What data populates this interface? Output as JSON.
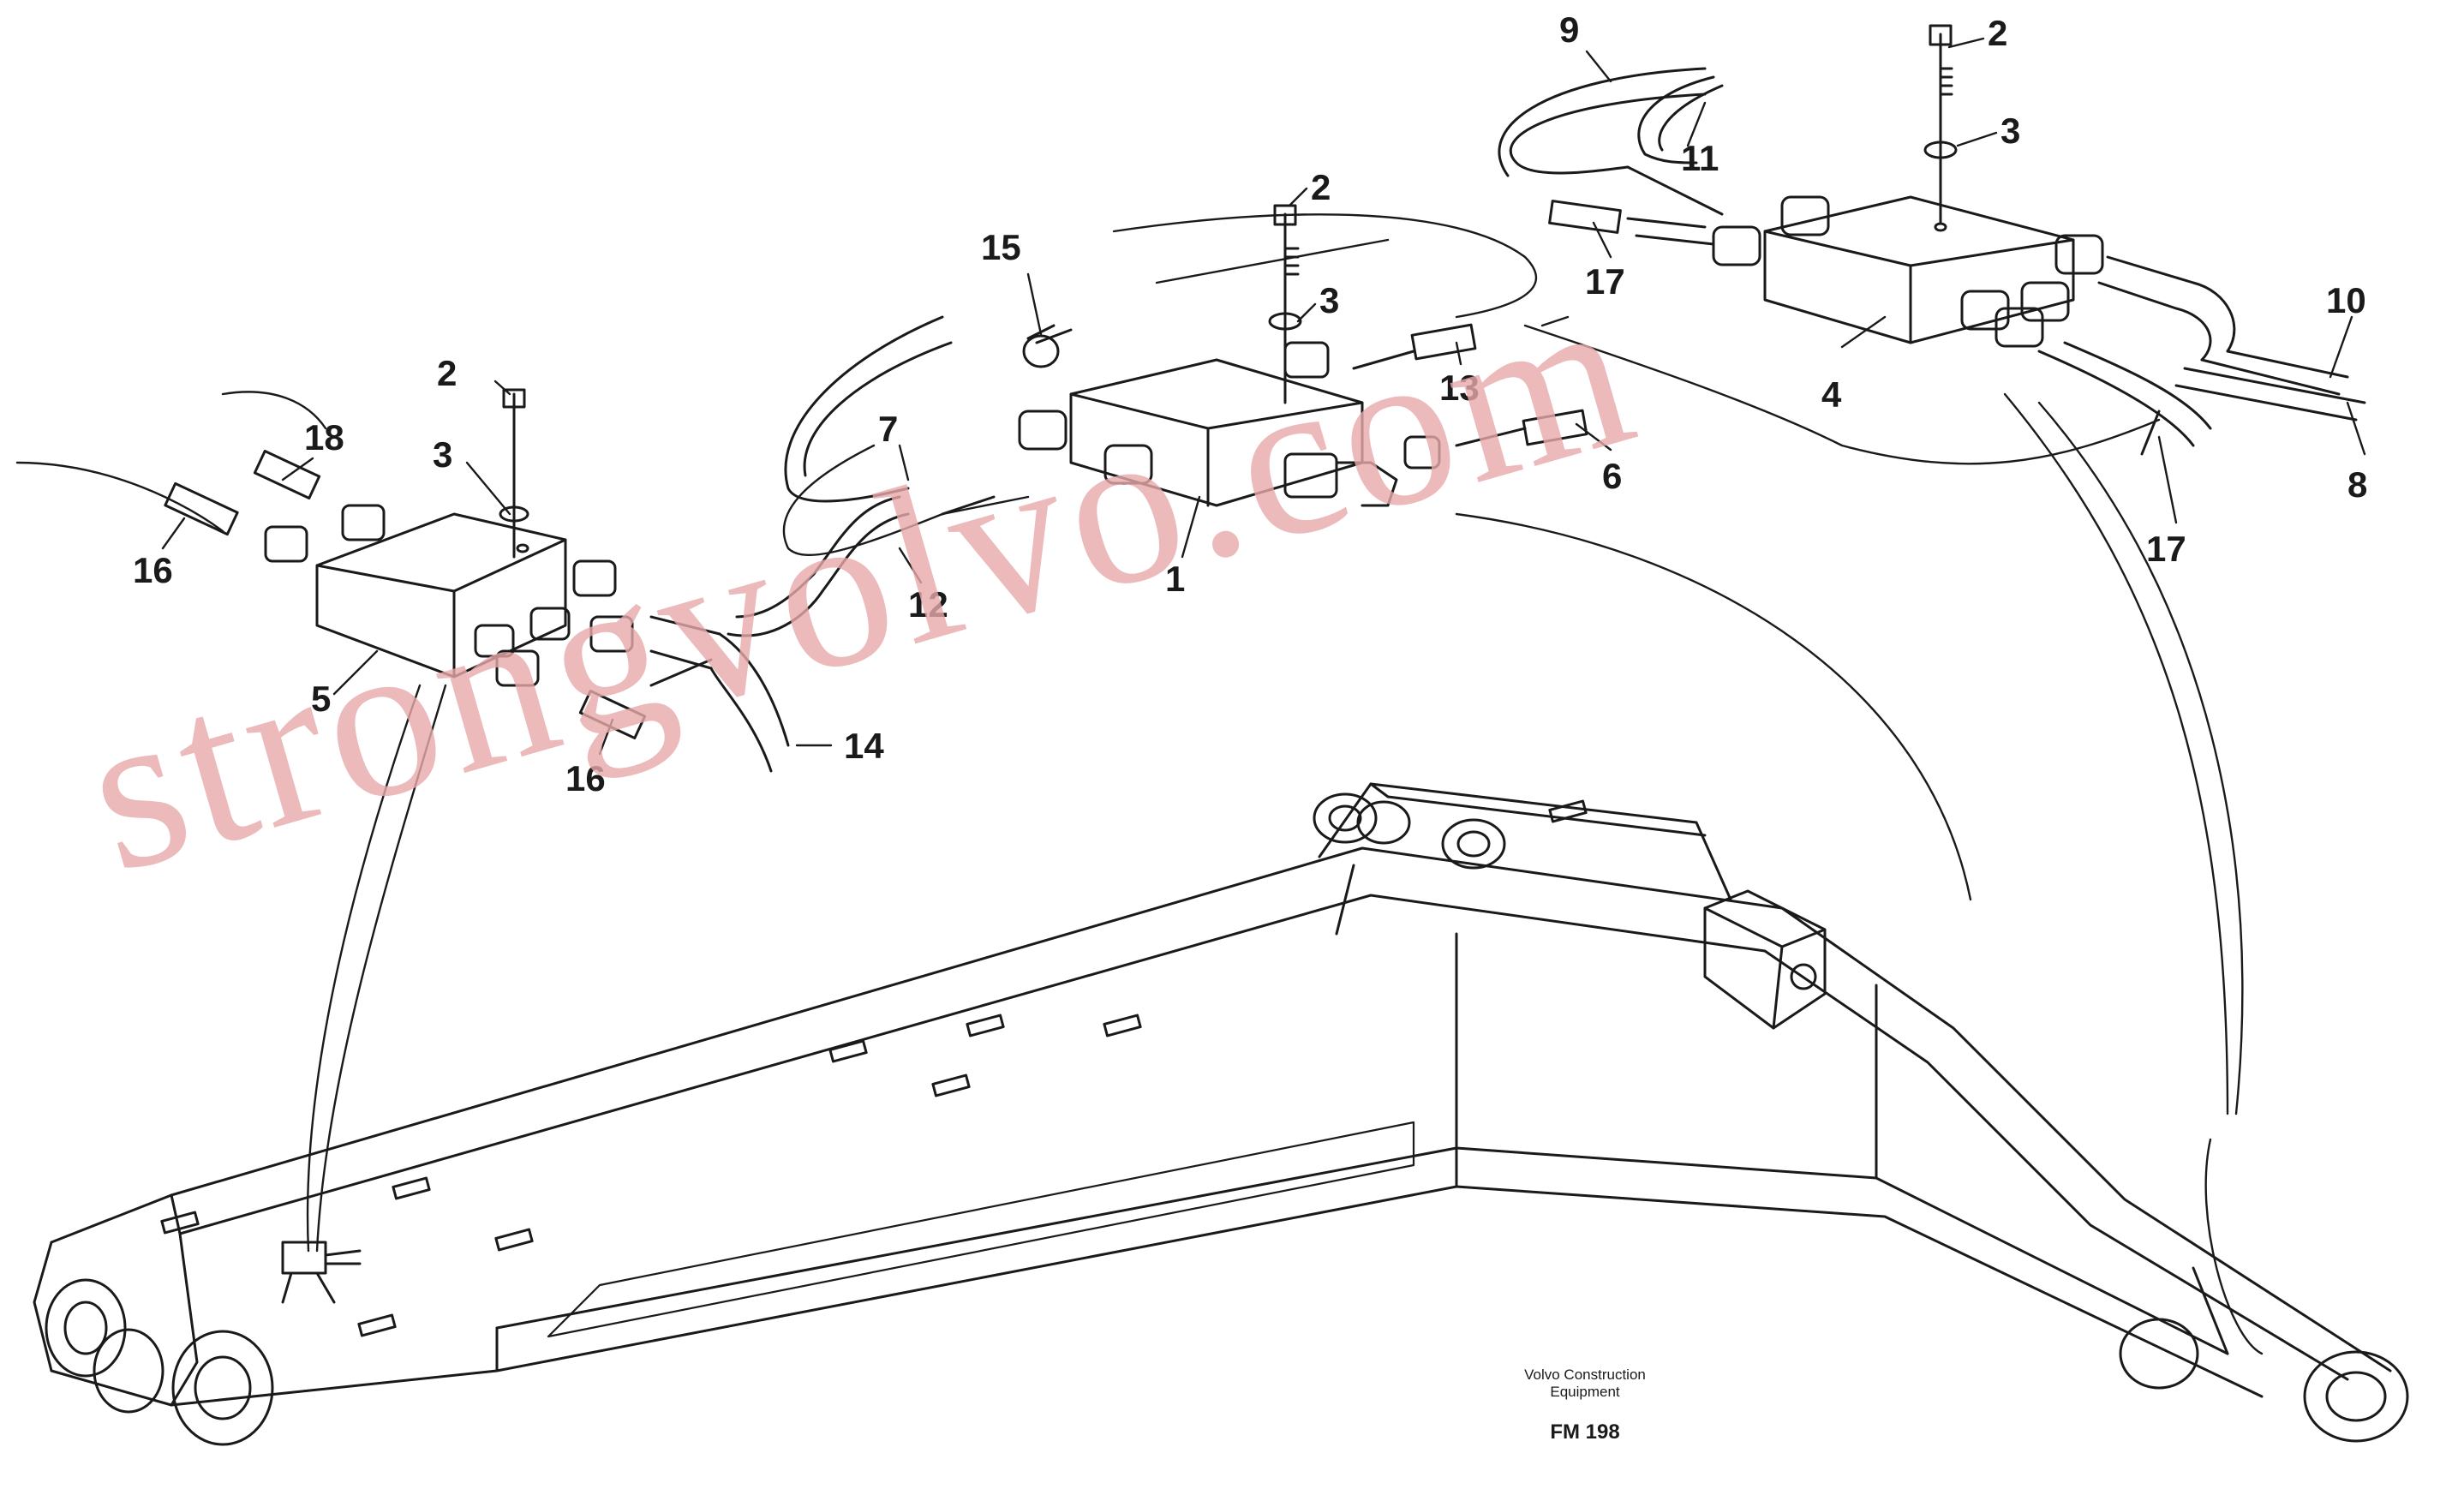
{
  "drawing": {
    "callouts": [
      {
        "id": "c9",
        "label": "9"
      },
      {
        "id": "c2a",
        "label": "2"
      },
      {
        "id": "c11",
        "label": "11"
      },
      {
        "id": "c3a",
        "label": "3"
      },
      {
        "id": "c17a",
        "label": "17"
      },
      {
        "id": "c10",
        "label": "10"
      },
      {
        "id": "c4",
        "label": "4"
      },
      {
        "id": "c8",
        "label": "8"
      },
      {
        "id": "c17b",
        "label": "17"
      },
      {
        "id": "c2b",
        "label": "2"
      },
      {
        "id": "c15",
        "label": "15"
      },
      {
        "id": "c3b",
        "label": "3"
      },
      {
        "id": "c13",
        "label": "13"
      },
      {
        "id": "c7",
        "label": "7"
      },
      {
        "id": "c6",
        "label": "6"
      },
      {
        "id": "c1",
        "label": "1"
      },
      {
        "id": "c12",
        "label": "12"
      },
      {
        "id": "c2c",
        "label": "2"
      },
      {
        "id": "c18",
        "label": "18"
      },
      {
        "id": "c3c",
        "label": "3"
      },
      {
        "id": "c16a",
        "label": "16"
      },
      {
        "id": "c5",
        "label": "5"
      },
      {
        "id": "c16b",
        "label": "16"
      },
      {
        "id": "c14",
        "label": "14"
      }
    ],
    "credit": {
      "line1": "Volvo Construction",
      "line2": "Equipment",
      "code": "FM 198"
    },
    "watermark": "strongvolvo.com",
    "line_color": "#1a1a1a",
    "watermark_color": "#e8a9a9"
  }
}
